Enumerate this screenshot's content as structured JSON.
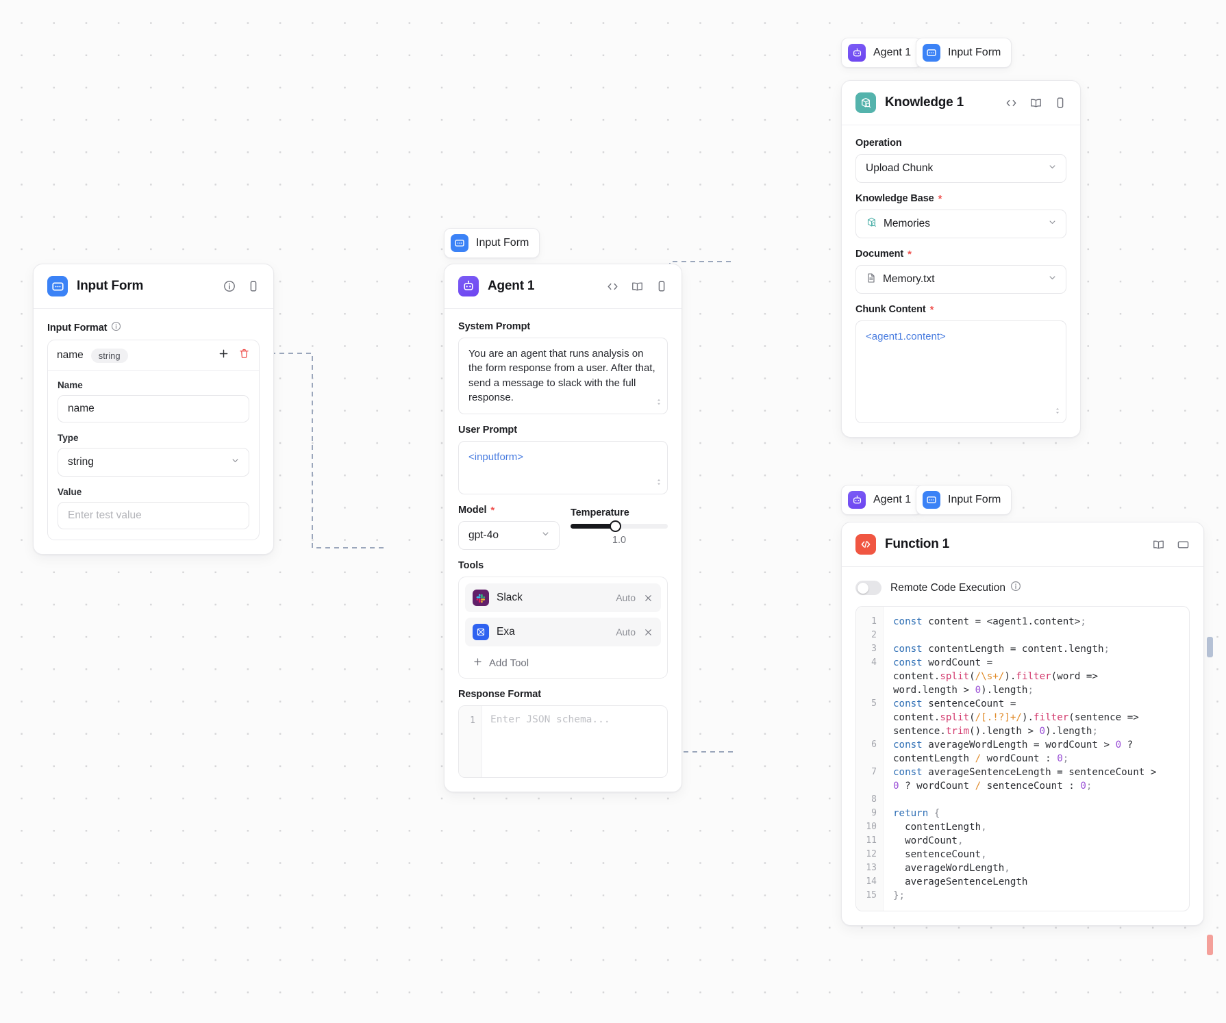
{
  "canvas": {
    "background": "#fbfbfb",
    "dot_color": "#d6d6d8"
  },
  "colors": {
    "input_form": "#3b82f6",
    "agent": "#6d45f0",
    "knowledge": "#54b3ac",
    "function": "#f05642",
    "token": "#4a7de0",
    "required": "#ef5350",
    "port_in": "#b6c2d6",
    "port_out": "#f4a09a"
  },
  "nodes": {
    "input_form": {
      "title": "Input Form",
      "icon": "form-icon",
      "header_icons": [
        "info-icon",
        "mobile-icon"
      ],
      "input_format": {
        "label": "Input Format",
        "info_icon": "info-icon",
        "row": {
          "name": "name",
          "type_pill": "string",
          "add_icon": "plus-icon",
          "delete_icon": "trash-icon"
        },
        "name_label": "Name",
        "name_value": "name",
        "type_label": "Type",
        "type_value": "string",
        "value_label": "Value",
        "value_placeholder": "Enter test value"
      }
    },
    "agent": {
      "title": "Agent 1",
      "icon": "robot-icon",
      "header_icons": [
        "code-icon",
        "book-icon",
        "mobile-icon"
      ],
      "source_chip": {
        "label": "Input Form",
        "icon": "form-icon"
      },
      "system_prompt": {
        "label": "System Prompt",
        "value": "You are an agent that runs analysis on the form response from a user. After that, send a message to slack with the full response."
      },
      "user_prompt": {
        "label": "User Prompt",
        "value": "<inputform>"
      },
      "model": {
        "label": "Model",
        "required": true,
        "value": "gpt-4o"
      },
      "temperature": {
        "label": "Temperature",
        "value": "1.0",
        "percent": 46
      },
      "tools": {
        "label": "Tools",
        "items": [
          {
            "name": "Slack",
            "mode": "Auto",
            "icon": "slack-icon"
          },
          {
            "name": "Exa",
            "mode": "Auto",
            "icon": "exa-icon"
          }
        ],
        "add_label": "Add Tool"
      },
      "response_format": {
        "label": "Response Format",
        "line_number": "1",
        "placeholder": "Enter JSON schema..."
      }
    },
    "knowledge": {
      "title": "Knowledge 1",
      "icon": "knowledge-icon",
      "header_icons": [
        "code-icon",
        "book-icon",
        "mobile-icon"
      ],
      "source_chips": [
        {
          "label": "Agent 1",
          "icon": "robot-icon"
        },
        {
          "label": "Input Form",
          "icon": "form-icon"
        }
      ],
      "operation": {
        "label": "Operation",
        "value": "Upload Chunk"
      },
      "knowledge_base": {
        "label": "Knowledge Base",
        "required": true,
        "value": "Memories",
        "icon": "knowledge-icon"
      },
      "document": {
        "label": "Document",
        "required": true,
        "value": "Memory.txt",
        "icon": "file-icon"
      },
      "chunk_content": {
        "label": "Chunk Content",
        "required": true,
        "value": "<agent1.content>"
      }
    },
    "function": {
      "title": "Function 1",
      "icon": "code-tile-icon",
      "header_icons": [
        "book-icon",
        "window-icon"
      ],
      "source_chips": [
        {
          "label": "Agent 1",
          "icon": "robot-icon"
        },
        {
          "label": "Input Form",
          "icon": "form-icon"
        }
      ],
      "remote_execution": {
        "label": "Remote Code Execution",
        "enabled": false,
        "info_icon": "info-icon"
      },
      "code": {
        "line_numbers": [
          "1",
          "2",
          "3",
          "4",
          "5",
          "6",
          "7",
          "8",
          "9",
          "10",
          "11",
          "12",
          "13",
          "14",
          "15"
        ],
        "lines": [
          "const content = <agent1.content>;",
          "",
          "const contentLength = content.length;",
          "const wordCount = content.split(/\\s+/).filter(word => word.length > 0).length;",
          "const sentenceCount = content.split(/[.!?]+/).filter(sentence => sentence.trim().length > 0).length;",
          "const averageWordLength = wordCount > 0 ? contentLength / wordCount : 0;",
          "const averageSentenceLength = sentenceCount > 0 ? wordCount / sentenceCount : 0;",
          "",
          "return {",
          "  contentLength,",
          "  wordCount,",
          "  sentenceCount,",
          "  averageWordLength,",
          "  averageSentenceLength",
          "};"
        ]
      }
    }
  }
}
